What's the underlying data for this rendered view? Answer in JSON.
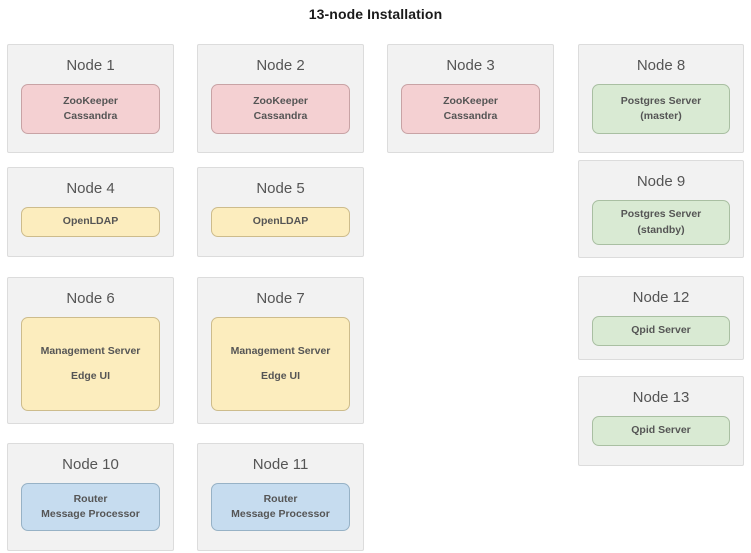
{
  "title": "13-node Installation",
  "colors": {
    "card_bg": "#f2f2f2",
    "card_border": "#dcdcdc",
    "pink_bg": "#f4d0d2",
    "pink_border": "#c8a3a5",
    "green_bg": "#d9ead3",
    "green_border": "#a9bfa2",
    "yellow_bg": "#fcedbe",
    "yellow_border": "#cdbc8c",
    "blue_bg": "#c6dcef",
    "blue_border": "#97b2c6",
    "label_text": "#555555"
  },
  "nodes": [
    {
      "label": "Node 1",
      "color": "pink",
      "services": [
        "ZooKeeper",
        "Cassandra"
      ]
    },
    {
      "label": "Node 2",
      "color": "pink",
      "services": [
        "ZooKeeper",
        "Cassandra"
      ]
    },
    {
      "label": "Node 3",
      "color": "pink",
      "services": [
        "ZooKeeper",
        "Cassandra"
      ]
    },
    {
      "label": "Node 4",
      "color": "yellow",
      "services": [
        "OpenLDAP"
      ]
    },
    {
      "label": "Node 5",
      "color": "yellow",
      "services": [
        "OpenLDAP"
      ]
    },
    {
      "label": "Node 6",
      "color": "yellow",
      "services": [
        "Management Server",
        "Edge UI"
      ]
    },
    {
      "label": "Node 7",
      "color": "yellow",
      "services": [
        "Management Server",
        "Edge UI"
      ]
    },
    {
      "label": "Node 8",
      "color": "green",
      "services": [
        "Postgres Server",
        "(master)"
      ]
    },
    {
      "label": "Node 9",
      "color": "green",
      "services": [
        "Postgres Server",
        "(standby)"
      ]
    },
    {
      "label": "Node 10",
      "color": "blue",
      "services": [
        "Router",
        "Message Processor"
      ]
    },
    {
      "label": "Node 11",
      "color": "blue",
      "services": [
        "Router",
        "Message Processor"
      ]
    },
    {
      "label": "Node 12",
      "color": "green",
      "services": [
        "Qpid Server"
      ]
    },
    {
      "label": "Node 13",
      "color": "green",
      "services": [
        "Qpid Server"
      ]
    }
  ]
}
